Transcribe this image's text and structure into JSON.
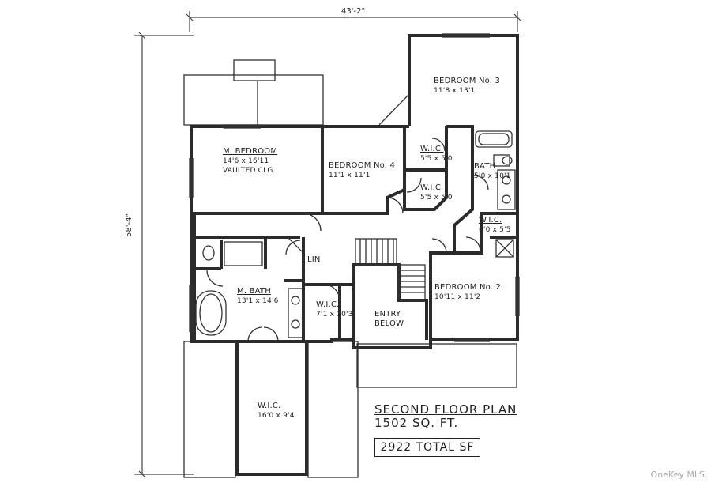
{
  "plan": {
    "overall_width": "43'-2\"",
    "overall_depth": "58'-4\"",
    "rooms": {
      "bedroom3": {
        "name": "BEDROOM No. 3",
        "size": "11'8 x 13'1"
      },
      "mbedroom": {
        "name": "M. BEDROOM",
        "size": "14'6 x 16'11",
        "note": "VAULTED CLG."
      },
      "bedroom4": {
        "name": "BEDROOM No. 4",
        "size": "11'1 x 11'1"
      },
      "wic_a": {
        "name": "W.I.C.",
        "size": "5'5 x 5'0"
      },
      "wic_b": {
        "name": "W.I.C.",
        "size": "5'5 x 5'0"
      },
      "bath": {
        "name": "BATH",
        "size": "5'0 x 10'1"
      },
      "wic_c": {
        "name": "W.I.C.",
        "size": "6'0 x 5'5"
      },
      "lin": {
        "name": "LIN"
      },
      "mbath": {
        "name": "M. BATH",
        "size": "13'1 x 14'6"
      },
      "wic_d": {
        "name": "W.I.C.",
        "size": "7'1 x 10'3"
      },
      "entry": {
        "name": "ENTRY",
        "note": "BELOW"
      },
      "bedroom2": {
        "name": "BEDROOM No. 2",
        "size": "10'11 x 11'2"
      },
      "wic_e": {
        "name": "W.I.C.",
        "size": "16'0 x 9'4"
      }
    }
  },
  "title_block": {
    "title": "SECOND FLOOR PLAN",
    "area": "1502 SQ. FT.",
    "total": "2922 TOTAL SF"
  },
  "watermark": "OneKey MLS"
}
